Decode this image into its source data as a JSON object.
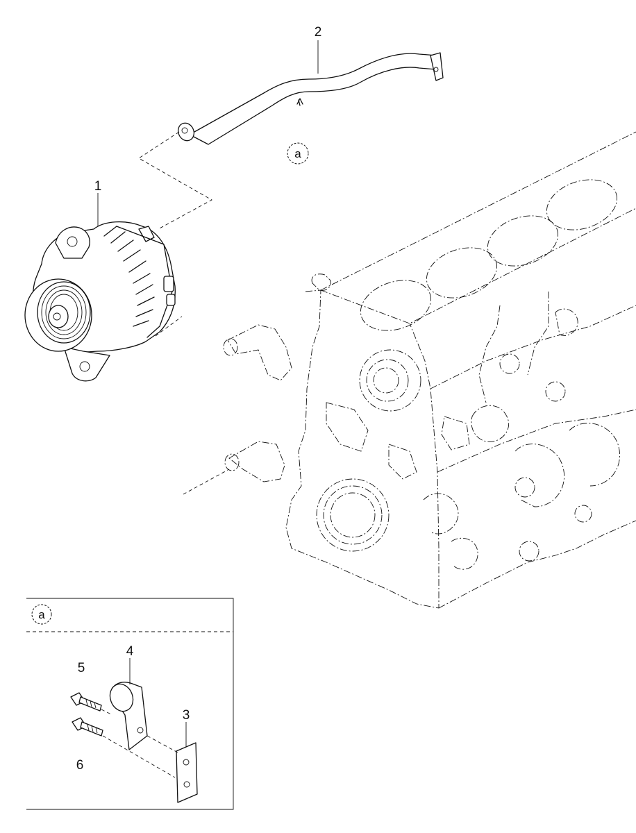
{
  "callouts": {
    "part_1": "1",
    "part_2": "2",
    "part_3": "3",
    "part_4": "4",
    "part_5": "5",
    "part_6": "6"
  },
  "detail_marker": "a",
  "inset_marker": "a"
}
